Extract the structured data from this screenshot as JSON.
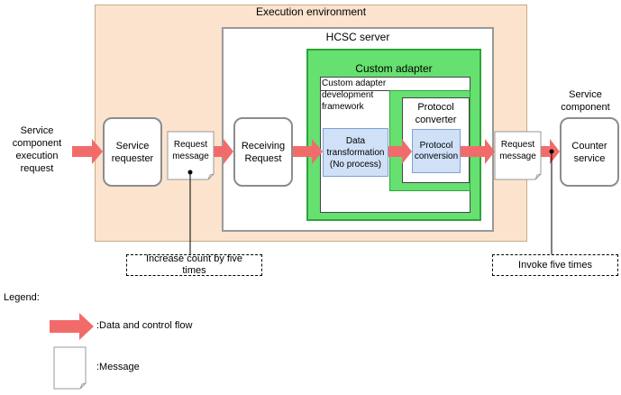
{
  "colors": {
    "exec_env_fill": "#fbe3cd",
    "exec_env_border": "#c9a98a",
    "adapter_fill": "#66e070",
    "adapter_border": "#2fa33a",
    "inner_blue_fill": "#cfe0f7",
    "arrow_fill": "#f26b6b",
    "box_border": "#8c8c8c"
  },
  "diagram": {
    "execution_environment": "Execution environment",
    "hcsc_server": "HCSC server",
    "custom_adapter": "Custom adapter",
    "framework": "Custom adapter\ndevelopment\nframework",
    "data_transformation": "Data\ntransformation\n(No process)",
    "protocol_converter": "Protocol\nconverter",
    "protocol_conversion": "Protocol\nconversion",
    "receiving_request": "Receiving\nRequest",
    "service_requester": "Service\nrequester",
    "request_message_1": "Request\nmessage",
    "request_message_2": "Request\nmessage",
    "counter_service": "Counter\nservice",
    "service_component_label": "Service\ncomponent",
    "execution_request_label": "Service\ncomponent\nexecution\nrequest",
    "note_increase": "Increase count by five\ntimes",
    "note_invoke": "Invoke five times"
  },
  "legend": {
    "title": "Legend:",
    "flow": ":Data and control flow",
    "message": ":Message"
  }
}
